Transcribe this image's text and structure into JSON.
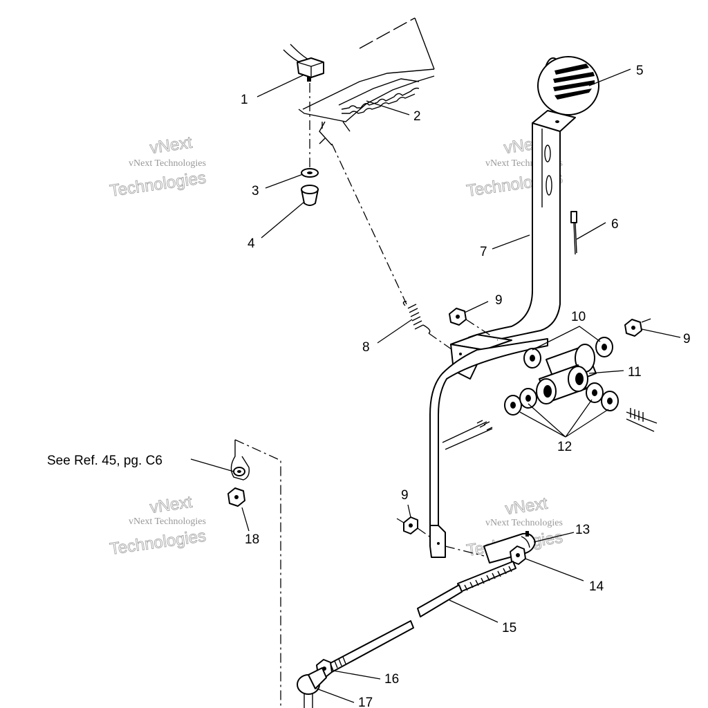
{
  "diagram": {
    "callouts": [
      {
        "id": "1",
        "label": "1"
      },
      {
        "id": "2",
        "label": "2"
      },
      {
        "id": "3",
        "label": "3"
      },
      {
        "id": "4",
        "label": "4"
      },
      {
        "id": "5",
        "label": "5"
      },
      {
        "id": "6",
        "label": "6"
      },
      {
        "id": "7",
        "label": "7"
      },
      {
        "id": "8",
        "label": "8"
      },
      {
        "id": "9a",
        "label": "9"
      },
      {
        "id": "9b",
        "label": "9"
      },
      {
        "id": "9c",
        "label": "9"
      },
      {
        "id": "10",
        "label": "10"
      },
      {
        "id": "11",
        "label": "11"
      },
      {
        "id": "12",
        "label": "12"
      },
      {
        "id": "13",
        "label": "13"
      },
      {
        "id": "14",
        "label": "14"
      },
      {
        "id": "15",
        "label": "15"
      },
      {
        "id": "16",
        "label": "16"
      },
      {
        "id": "17",
        "label": "17"
      },
      {
        "id": "18",
        "label": "18"
      }
    ],
    "reference_note": "See Ref. 45, pg. C6",
    "watermarks": [
      {
        "line1": "vNext Technologies",
        "line2": "Technologies",
        "line3": "vNext"
      },
      {
        "line1": "vNext Technologies",
        "line2": "Technologies",
        "line3": "vNext"
      },
      {
        "line1": "vNext Technologies",
        "line2": "Technologies",
        "line3": "vNext"
      },
      {
        "line1": "vNext Technologies",
        "line2": "Technologies",
        "line3": "vNext"
      }
    ]
  }
}
